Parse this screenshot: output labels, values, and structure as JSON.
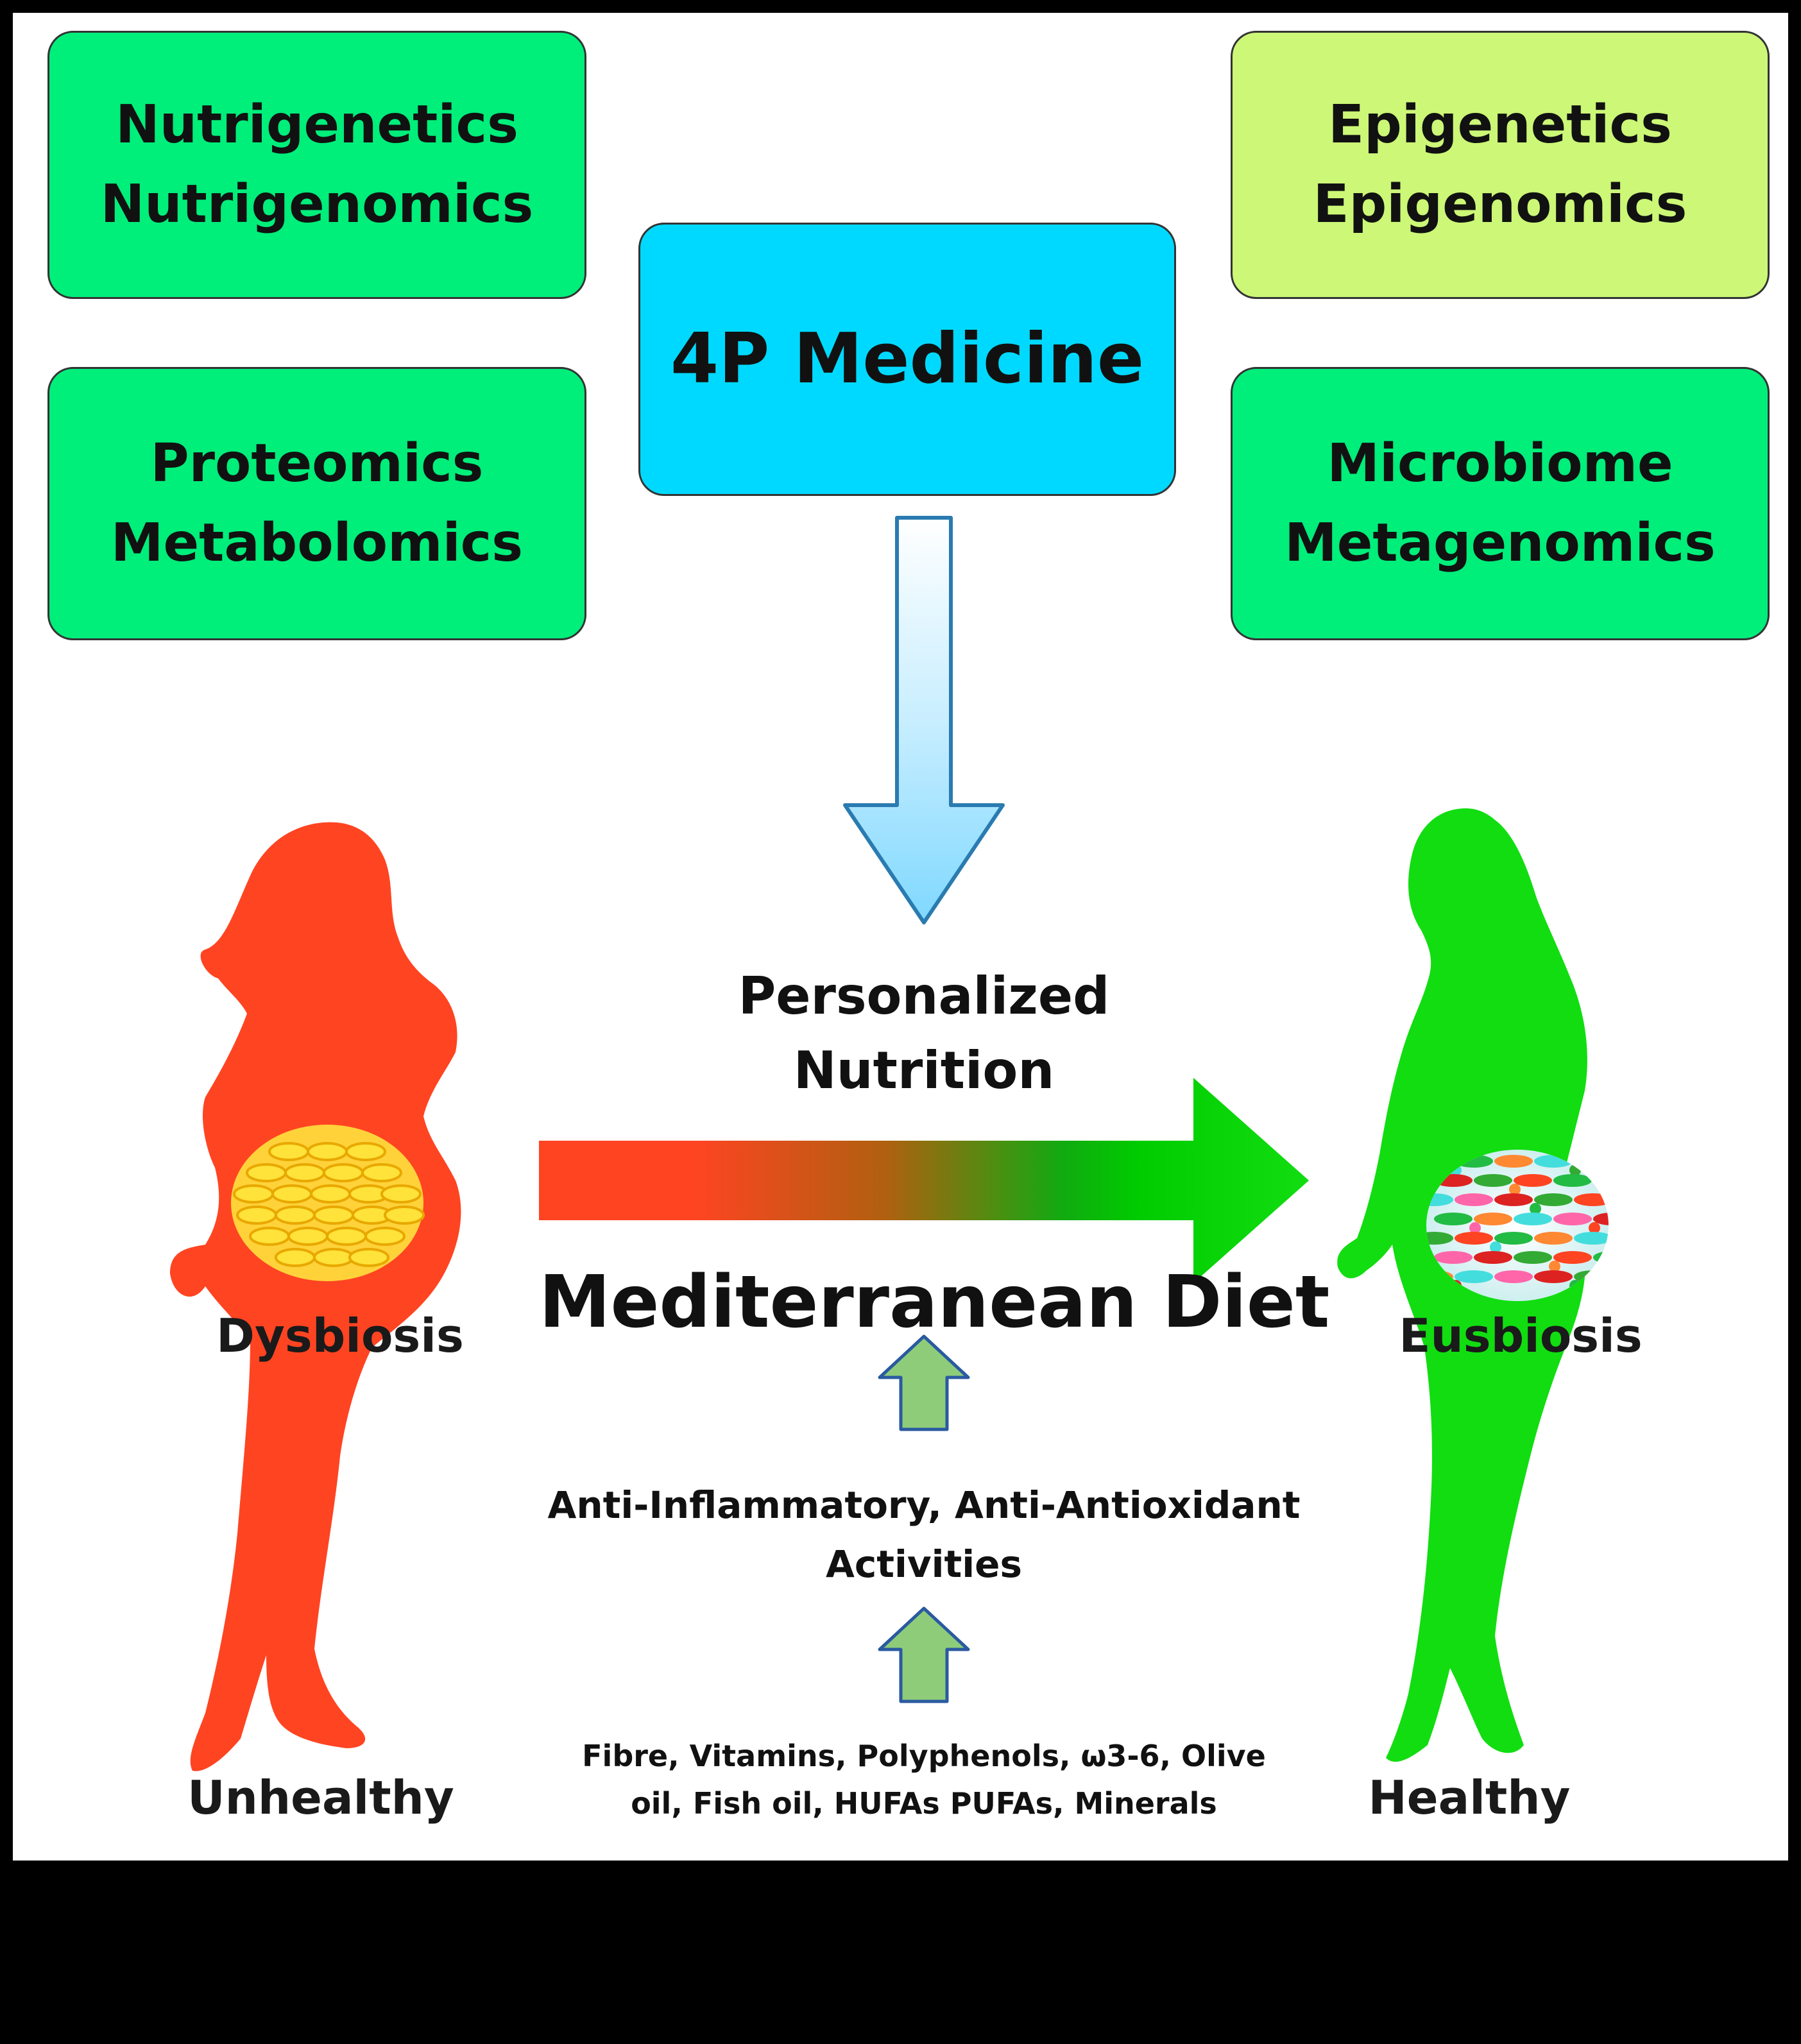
{
  "boxes": {
    "nutrigenetics": {
      "line1": "Nutrigenetics",
      "line2": "Nutrigenomics",
      "color": "#00ee7a"
    },
    "proteomics": {
      "line1": "Proteomics",
      "line2": "Metabolomics",
      "color": "#00ee7a"
    },
    "medicine": {
      "label": "4P Medicine",
      "color": "#00d9ff"
    },
    "epigenetics": {
      "line1": "Epigenetics",
      "line2": "Epigenomics",
      "color": "#ccf777"
    },
    "microbiome": {
      "line1": "Microbiome",
      "line2": "Metagenomics",
      "color": "#00ee7a"
    }
  },
  "center": {
    "personalized_line1": "Personalized",
    "personalized_line2": "Nutrition",
    "diet": "Mediterranean Diet",
    "activities_line1": "Anti-Inflammatory,  Anti-Antioxidant",
    "activities_line2": "Activities",
    "nutrients_line1": "Fibre, Vitamins, Polyphenols, ω3-6, Olive",
    "nutrients_line2": "oil, Fish oil, HUFAs PUFAs, Minerals"
  },
  "left_figure": {
    "state": "Dysbiosis",
    "health": "Unhealthy",
    "color": "#ff4422"
  },
  "right_figure": {
    "state": "Eusbiosis",
    "health": "Healthy",
    "color": "#11dd11"
  },
  "icons": [
    "down-arrow-icon",
    "gradient-right-arrow-icon",
    "up-arrow-icon",
    "female-silhouette-icon",
    "gut-microbiota-icon"
  ]
}
